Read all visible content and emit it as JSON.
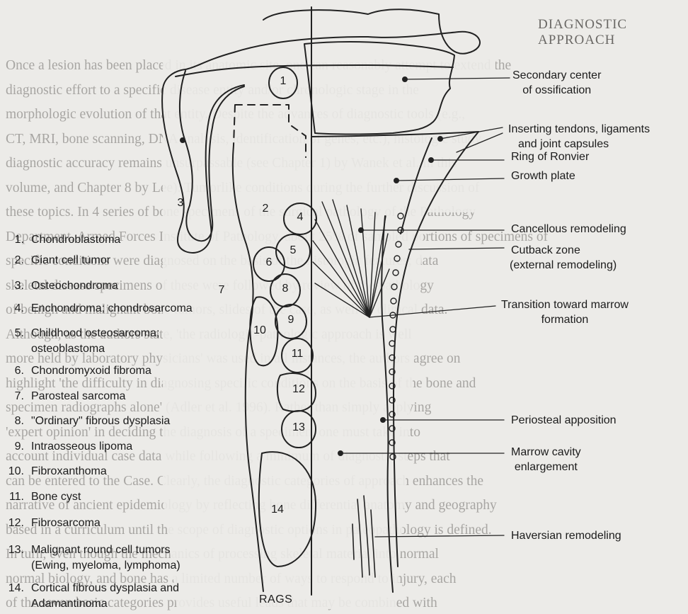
{
  "heading": "DIAGNOSTIC APPROACH",
  "background_lines": [
    "Once a lesion has been placed in its anatomic site, one can reasonably attempt to extend the",
    "diagnostic effort to a specific disease entity and/or chronologic stage in the",
    "morphologic evolution of that entity. Despite the advances of diagnostic tools (e.g.,",
    "CT, MRI, bone scanning, DNA analysis, identification of genes, etc.), histologic study",
    "diagnostic accuracy remains unsurpassable (see Chapter 1) by Wanek et al. in this",
    "volume, and Chapter 8 by Lee). Tumorlike conditions during the further discussion of",
    "these topics. In 4 series of bone specimens of the surgical pathology of the Pathology",
    "Department, Armed Forces Institute of Pathology, about 25% of sampled portions of specimens of",
    "specific conditions were diagnosed on the basis of the histologic features; data",
    "skeletal disease specimens of these were followed by review of the pathology",
    "of benign and malignant bone tumors, slides of the case, as well as clinical data.",
    "Although, as the authors state, 'the radiologic-pathologic approach is well",
    "more held by laboratory physicians' was used in all instances, the authors agree on",
    "highlight 'the difficulty in diagnosing specific conditions on the basis of the bone and",
    "specimen radiographs alone' (Adler et al. 1996). Rather than simply applying",
    "'expert opinion' in deciding the diagnosis of a specimen, one must take into",
    "account individual case data while following a minimum of diagnostic steps that",
    "can be entered to the Case. Clearly, the diagnostic categories of approach enhances the",
    "narrative of ancient epidemiology by reflecting bone differential anatomy and geography",
    "based in a curriculum until the scope of diagnostic options in paleopathology is defined.",
    "In turn, even though the mechanics of processing skeletal material into normal",
    "normal biology, and bone has a limited number of ways to respond to injury, each",
    "of the seven basic categories provides useful leads that may be combined with"
  ],
  "legend": [
    {
      "num": "1.",
      "text": "Chondroblastoma"
    },
    {
      "num": "2.",
      "text": "Giant cell tumor"
    },
    {
      "num": "3.",
      "text": "Osteochondroma"
    },
    {
      "num": "4.",
      "text": "Enchondroma; chondrosarcoma"
    },
    {
      "num": "5.",
      "text": "Childhood osteosarcoma;",
      "text2": "osteoblastoma"
    },
    {
      "num": "6.",
      "text": "Chondromyxoid fibroma"
    },
    {
      "num": "7.",
      "text": "Parosteal sarcoma"
    },
    {
      "num": "8.",
      "text": "\"Ordinary\" fibrous dysplasia"
    },
    {
      "num": "9.",
      "text": "Intraosseous lipoma"
    },
    {
      "num": "10.",
      "text": "Fibroxanthoma"
    },
    {
      "num": "11.",
      "text": "Bone cyst"
    },
    {
      "num": "12.",
      "text": "Fibrosarcoma"
    },
    {
      "num": "13.",
      "text": "Malignant round cell tumors",
      "text2": "(Ewing, myeloma, lymphoma)"
    },
    {
      "num": "14.",
      "text": "Cortical fibrous dysplasia and",
      "text2": "Adamantinoma"
    }
  ],
  "annotations": {
    "secondary_center": [
      "Secondary center",
      "of ossification"
    ],
    "inserting_tendons": [
      "Inserting tendons, ligaments",
      "and joint capsules"
    ],
    "ring_ronvier": "Ring of Ronvier",
    "growth_plate": "Growth plate",
    "cancellous": "Cancellous remodeling",
    "cutback": [
      "Cutback zone",
      "(external remodeling)"
    ],
    "transition": [
      "Transition toward marrow",
      "formation"
    ],
    "periosteal": "Periosteal apposition",
    "marrow_cavity": [
      "Marrow cavity",
      "enlargement"
    ],
    "haversian": "Haversian remodeling"
  },
  "numbers": [
    "1",
    "2",
    "3",
    "4",
    "5",
    "6",
    "7",
    "8",
    "9",
    "10",
    "11",
    "12",
    "13",
    "14"
  ],
  "caption": "RAGS"
}
